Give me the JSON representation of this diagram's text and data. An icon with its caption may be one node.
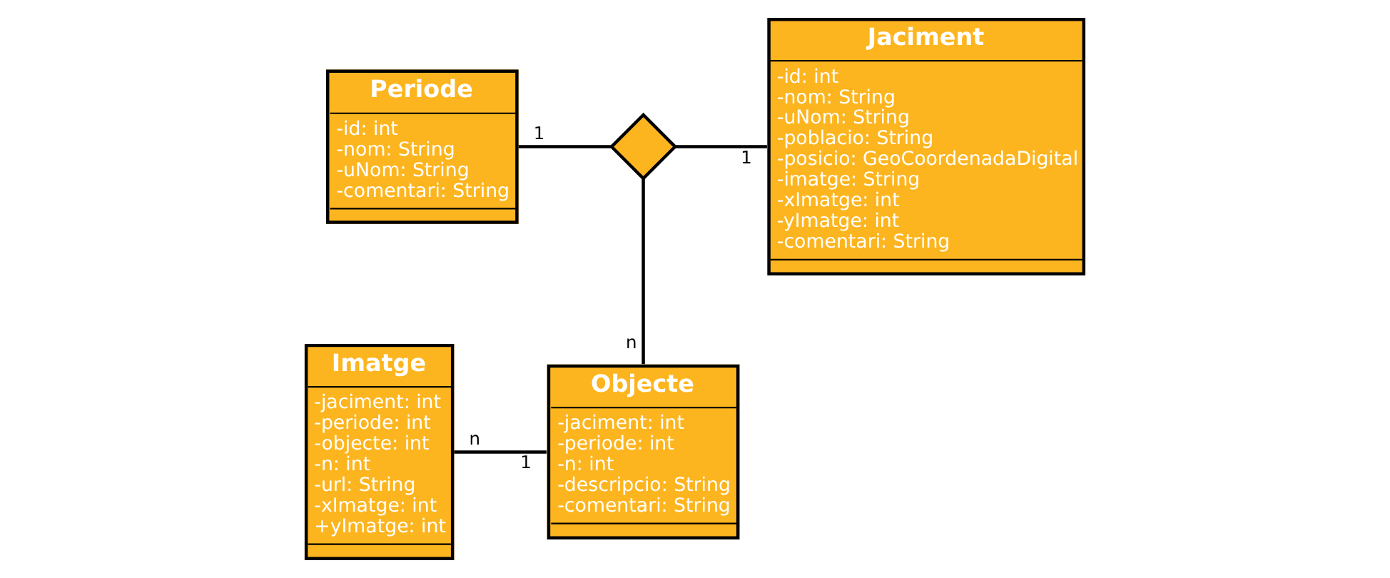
{
  "diagram": {
    "nodes": [
      {
        "text": [
          "Periode",
          "-id: int",
          "-nom: String",
          "-uNom: String",
          "-comentari: String"
        ]
      },
      {
        "text": [],
        "shape": "diamond"
      },
      {
        "text": [
          "Jaciment",
          "-id: int",
          "-nom: String",
          "-uNom: String",
          "-poblacio: String",
          "-posicio: GeoCoordenadaDigital",
          "-imatge: String",
          "-xImatge: int",
          "-yImatge: int",
          "-comentari: String"
        ]
      },
      {
        "text": [
          "Imatge",
          "-jaciment: int",
          "-periode: int",
          "-objecte: int",
          "-n: int",
          "-url: String",
          "-xImatge: int",
          "+yImatge: int"
        ]
      },
      {
        "text": [
          "Objecte",
          "-jaciment: int",
          "-periode: int",
          "-n: int",
          "-descripcio: String",
          "-comentari: String"
        ]
      }
    ],
    "edges": [
      {
        "from": 0,
        "to": 1,
        "arrow": "none"
      },
      {
        "from": 1,
        "to": 2,
        "arrow": "none"
      },
      {
        "from": 1,
        "to": 4,
        "arrow": "none"
      },
      {
        "from": 3,
        "to": 4,
        "arrow": "none"
      }
    ],
    "labels": [
      "1",
      "1",
      "n",
      "n",
      "1"
    ]
  }
}
